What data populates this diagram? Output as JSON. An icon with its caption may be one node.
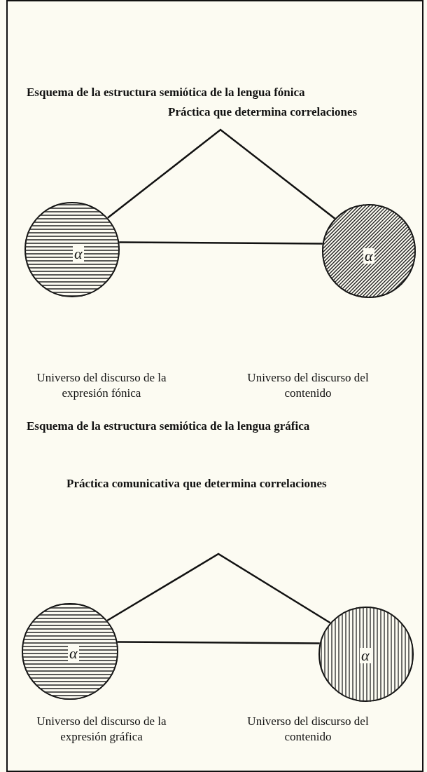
{
  "diagram": {
    "nodes": [
      {
        "text": [
          "α"
        ]
      },
      {
        "text": [
          "α"
        ]
      },
      {
        "text": [
          "α"
        ]
      },
      {
        "text": [
          "α"
        ]
      }
    ],
    "edges": [
      {
        "from": 0,
        "to": 1,
        "arrow": "none"
      },
      {
        "from": 0,
        "to": 1,
        "arrow": "none"
      },
      {
        "from": 2,
        "to": 3,
        "arrow": "none"
      },
      {
        "from": 2,
        "to": 3,
        "arrow": "none"
      }
    ],
    "labels": [
      "Esquema de la estructura semiótica de la lengua fónica",
      "Práctica que determina correlaciones",
      "Universo del discurso de la expresión fónica",
      "Universo del discurso del contenido",
      "Esquema de la estructura semiótica de la lengua gráfica",
      "Práctica comunicativa que determina correlaciones",
      "Universo del discurso de la expresión gráfica",
      "Universo del discurso del contenido"
    ]
  }
}
